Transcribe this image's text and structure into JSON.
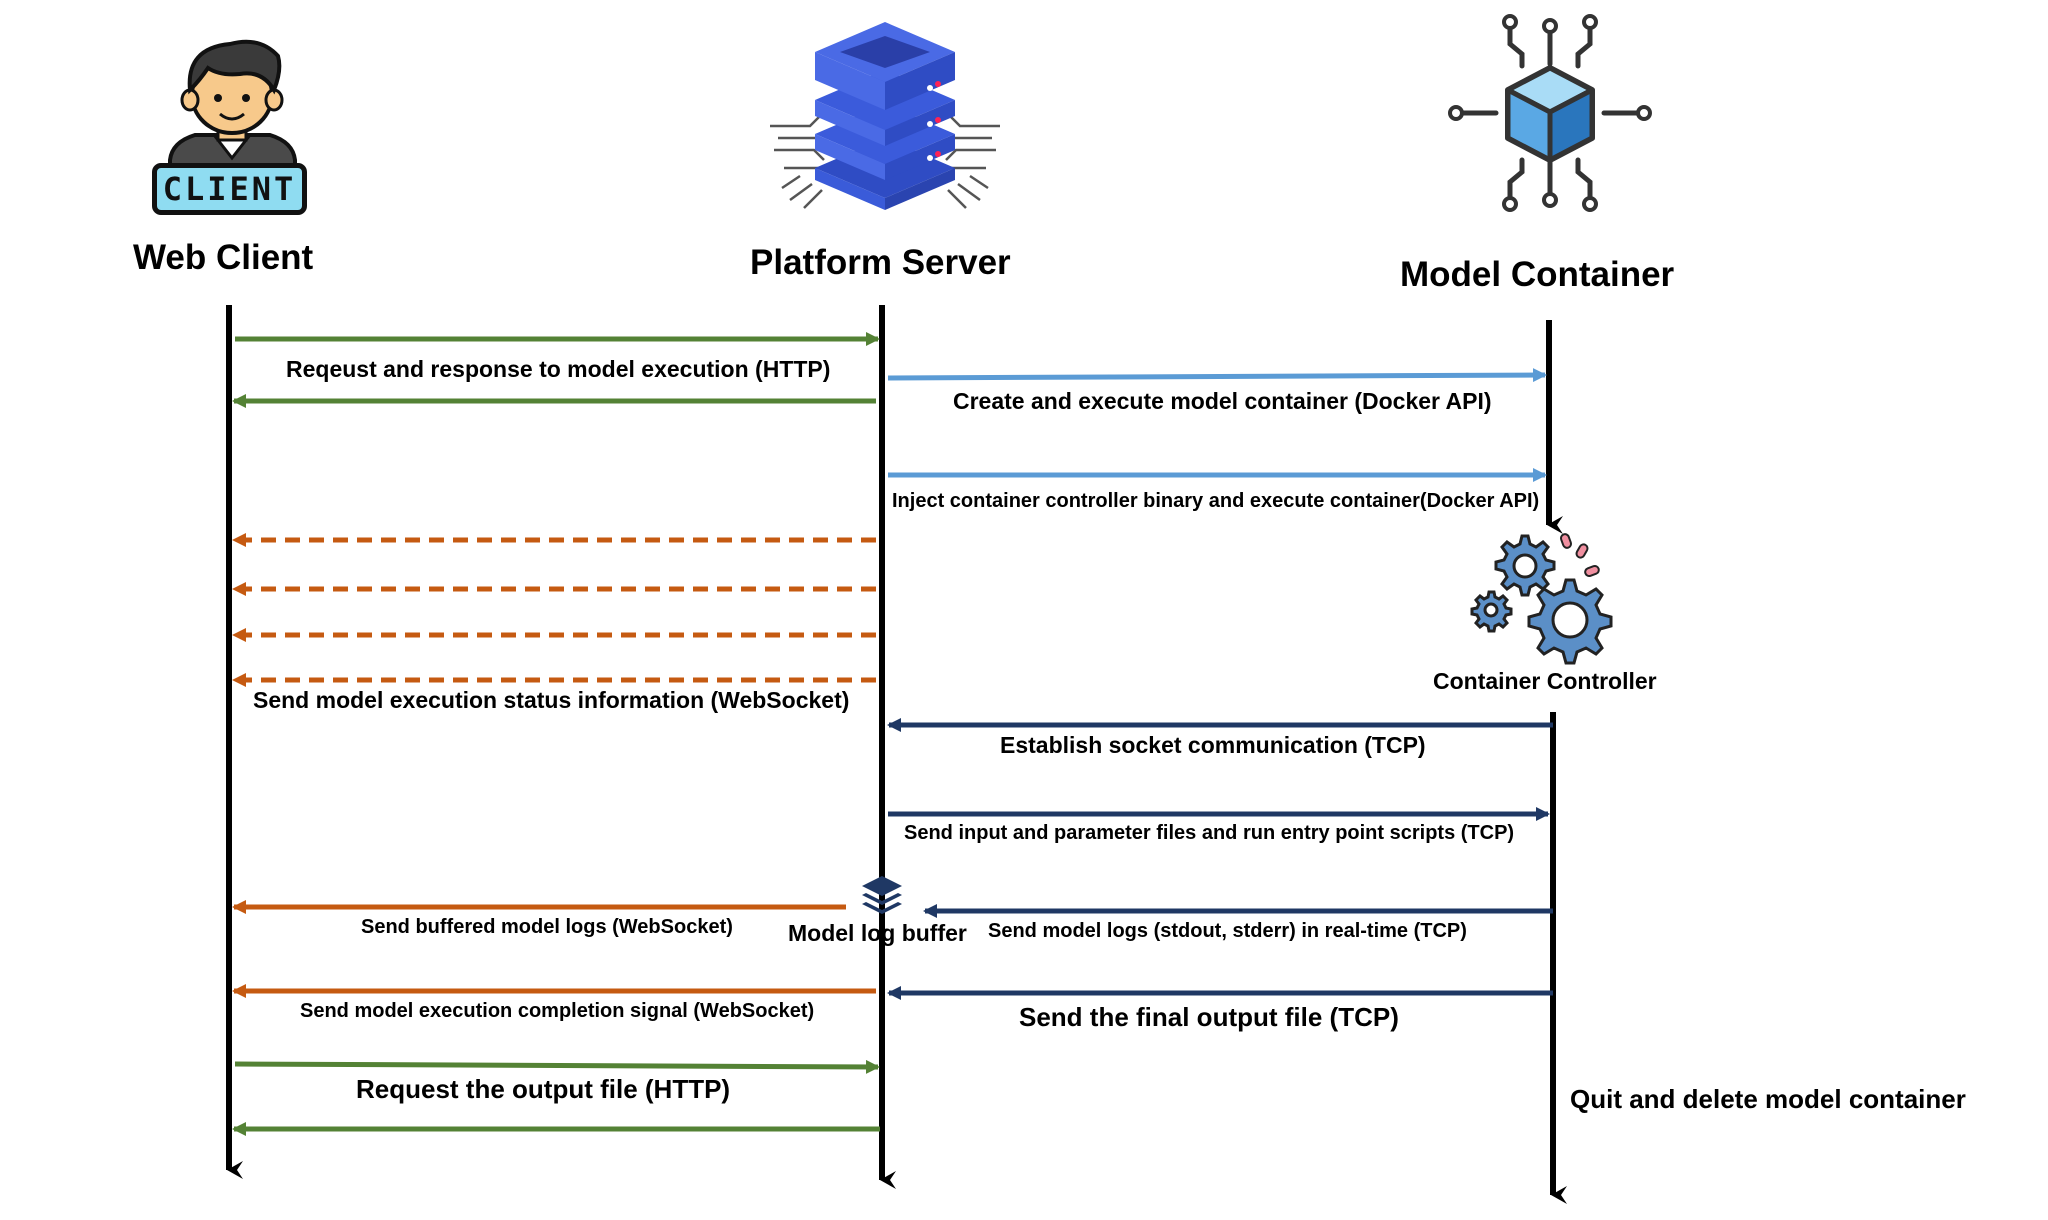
{
  "actors": {
    "web_client": {
      "name": "Web Client",
      "badge": "CLIENT"
    },
    "platform_server": {
      "name": "Platform Server"
    },
    "model_container": {
      "name": "Model Container"
    }
  },
  "container_controller": {
    "label": "Container Controller"
  },
  "model_log_buffer": {
    "label": "Model log buffer"
  },
  "messages": {
    "http_request_response": "Reqeust and response to model execution (HTTP)",
    "create_container": "Create and execute model container (Docker API)",
    "inject_binary": "Inject container controller binary and execute container(Docker API)",
    "send_status": "Send model execution status information (WebSocket)",
    "establish_socket": "Establish socket communication (TCP)",
    "send_inputs": "Send input and parameter files and run entry point scripts (TCP)",
    "send_buffered_logs": "Send buffered model logs (WebSocket)",
    "send_logs_realtime": "Send model logs (stdout, stderr) in real-time (TCP)",
    "completion_signal": "Send model execution completion signal (WebSocket)",
    "final_output": "Send the final output file (TCP)",
    "request_output": "Request the output file  (HTTP)",
    "quit_delete": "Quit and delete model container"
  },
  "colors": {
    "http": "#548235",
    "docker": "#5b9bd5",
    "websocket": "#c55a11",
    "tcp": "#1f3864",
    "lifeline": "#000000",
    "icon_blue": "#3b5bdb",
    "gear_blue": "#5b8fc7"
  }
}
